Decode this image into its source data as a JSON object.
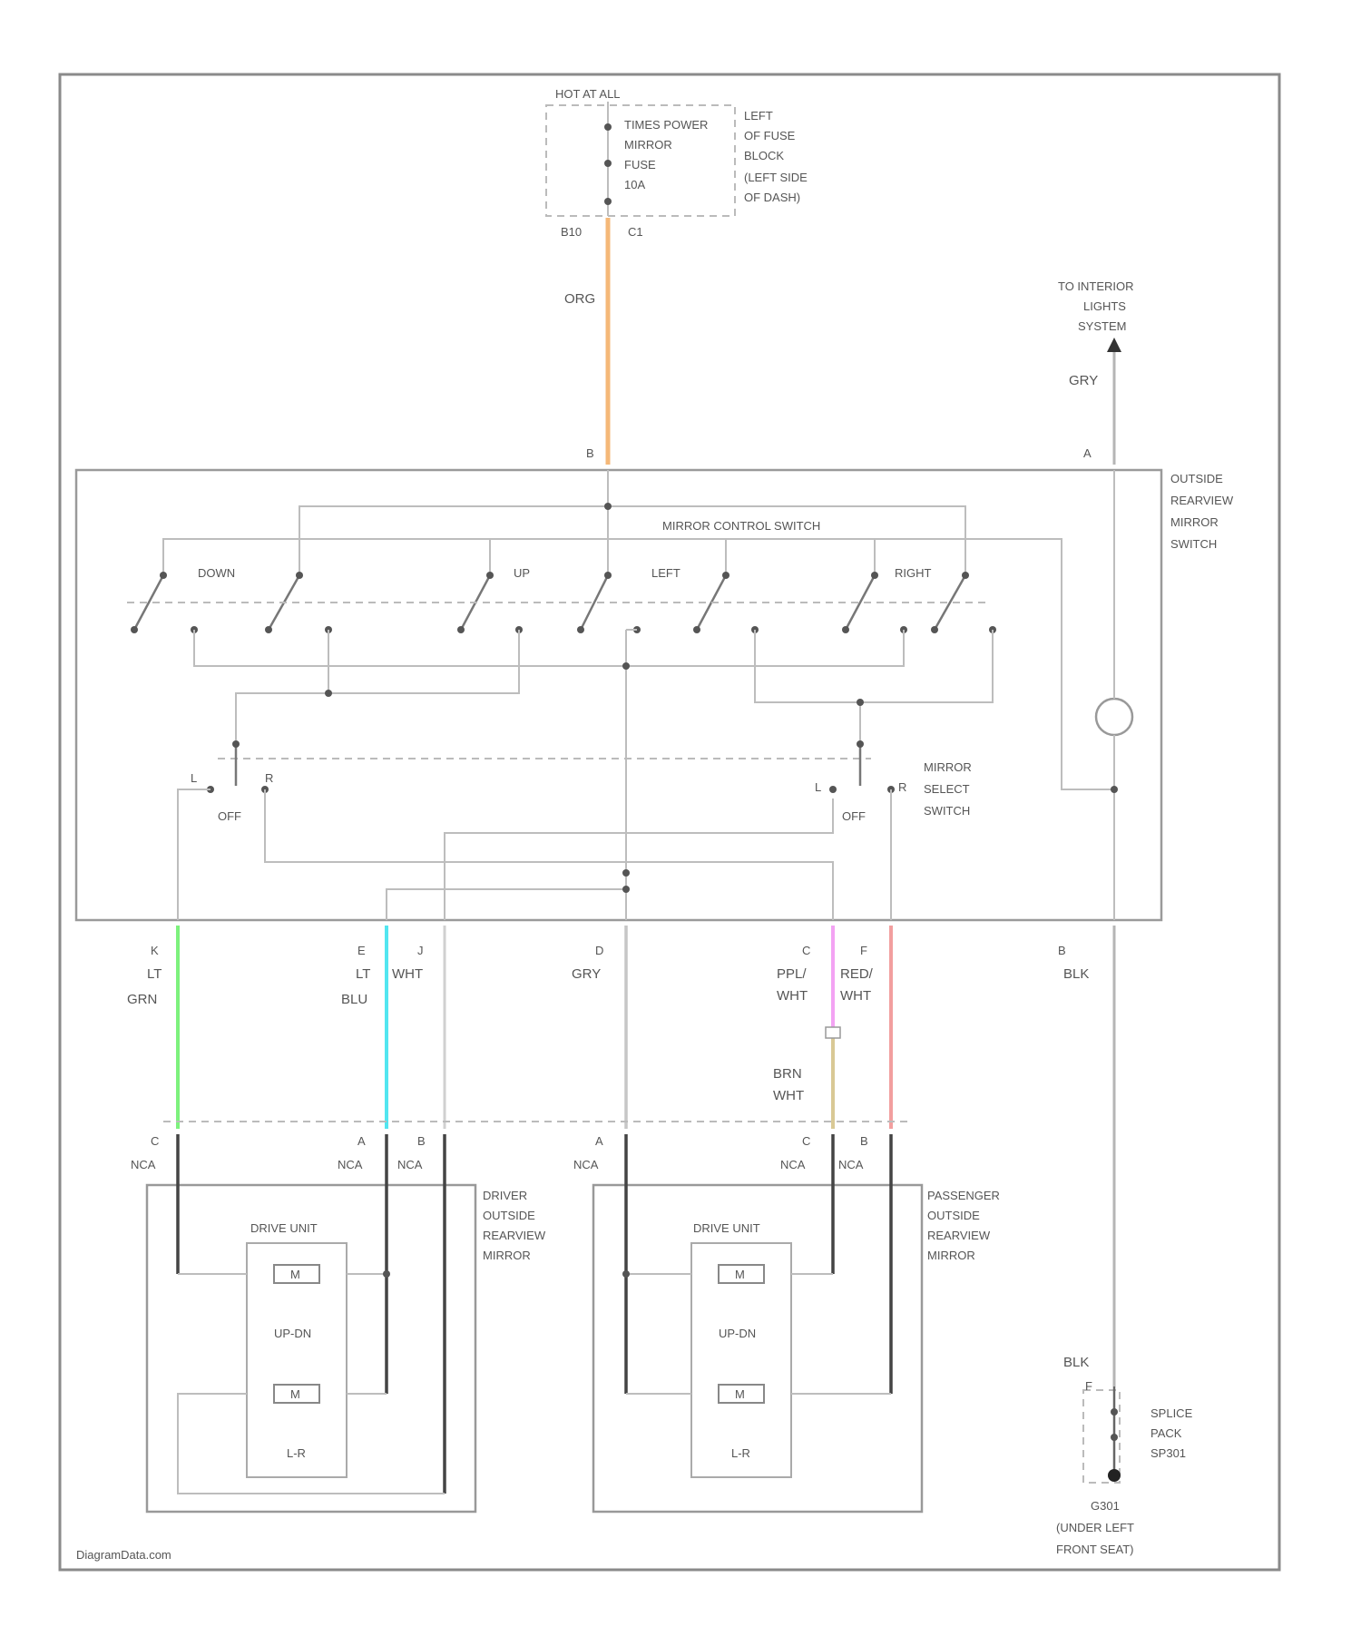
{
  "fuse": {
    "hot": "HOT AT ALL",
    "times": "TIMES POWER",
    "mirror": "MIRROR",
    "fuse": "FUSE",
    "amps": "10A",
    "loc1": "LEFT",
    "loc2": "OF FUSE",
    "loc3": "BLOCK",
    "loc4": "(LEFT SIDE",
    "loc5": "OF DASH)",
    "conn1": "B10",
    "conn2": "C1"
  },
  "interior": {
    "l1": "TO INTERIOR",
    "l2": "LIGHTS",
    "l3": "SYSTEM"
  },
  "switch": {
    "title": "MIRROR CONTROL SWITCH",
    "down": "DOWN",
    "up": "UP",
    "left": "LEFT",
    "right": "RIGHT",
    "outside1": "OUTSIDE",
    "outside2": "REARVIEW",
    "outside3": "MIRROR",
    "outside4": "SWITCH",
    "select1": "MIRROR",
    "select2": "SELECT",
    "select3": "SWITCH",
    "off": "OFF",
    "l": "L",
    "r": "R"
  },
  "wires": {
    "org": "ORG",
    "gry_top": "GRY",
    "ltgrn1": "LT",
    "ltgrn2": "GRN",
    "ltblu1": "LT",
    "ltblu2": "BLU",
    "wht": "WHT",
    "gry": "GRY",
    "ppl1": "PPL/",
    "ppl2": "WHT",
    "red1": "RED/",
    "red2": "WHT",
    "brn1": "BRN",
    "brn2": "WHT",
    "blk": "BLK",
    "blk2": "BLK"
  },
  "pins": {
    "top_b": "B",
    "top_a": "A",
    "k": "K",
    "e": "E",
    "j": "J",
    "d": "D",
    "c": "C",
    "f": "F",
    "b": "B",
    "drv_c": "C",
    "drv_a": "A",
    "drv_b": "B",
    "pas_a": "A",
    "pas_c": "C",
    "pas_b": "B",
    "nca": "NCA"
  },
  "driver": {
    "l1": "DRIVER",
    "l2": "OUTSIDE",
    "l3": "REARVIEW",
    "l4": "MIRROR",
    "unit": "DRIVE UNIT",
    "m": "M",
    "updn": "UP-DN",
    "lr": "L-R"
  },
  "passenger": {
    "l1": "PASSENGER",
    "l2": "OUTSIDE",
    "l3": "REARVIEW",
    "l4": "MIRROR",
    "unit": "DRIVE UNIT",
    "m": "M",
    "updn": "UP-DN",
    "lr": "L-R"
  },
  "ground": {
    "f": "F",
    "splice1": "SPLICE",
    "splice2": "PACK",
    "splice3": "SP301",
    "g1": "G301",
    "g2": "(UNDER LEFT",
    "g3": "FRONT SEAT)"
  },
  "footer": "DiagramData.com",
  "colors": {
    "org": "#f5b878",
    "ltgrn": "#7df27d",
    "ltblu": "#52e6f0",
    "ppl": "#f3a3f3",
    "red": "#f29f9f",
    "brn": "#d9c995",
    "gry": "#c6c6c6"
  }
}
